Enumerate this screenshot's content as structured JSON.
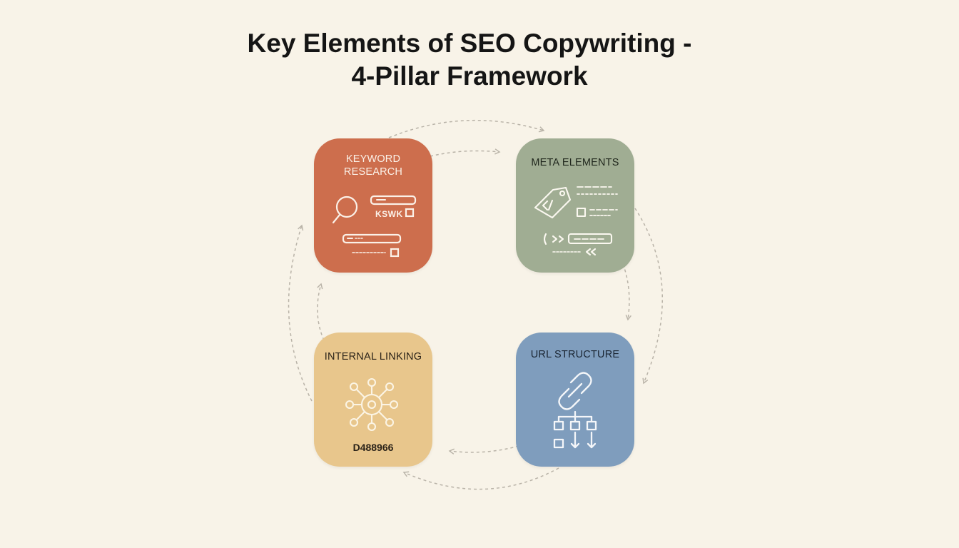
{
  "title": {
    "line1": "Key Elements of SEO Copywriting -",
    "line2": "4-Pillar Framework"
  },
  "pillars": {
    "keyword": {
      "label_line1": "KEYWORD",
      "label_line2": "RESEARCH",
      "badge_text": "KSWK",
      "color": "#cd6e4d",
      "icon": "magnifier-icon"
    },
    "meta": {
      "label": "META ELEMENTS",
      "color": "#a0ad93",
      "icon": "tag-icon"
    },
    "url": {
      "label": "URL STRUCTURE",
      "color": "#7f9dbd",
      "icon": "chain-link-icon"
    },
    "linking": {
      "label": "INTERNAL LINKING",
      "code": "D488966",
      "color": "#e8c68c",
      "icon": "network-hub-icon"
    }
  },
  "arrow_color": "#b9b3a8"
}
